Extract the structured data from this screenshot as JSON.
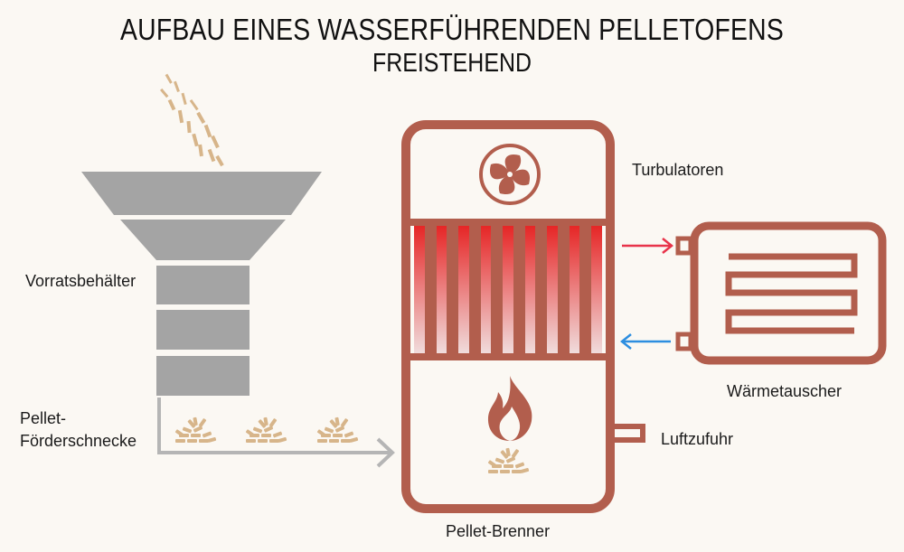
{
  "title": "AUFBAU EINES WASSERFÜHRENDEN PELLETOFENS",
  "subtitle": "FREISTEHEND",
  "labels": {
    "storage": "Vorratsbehälter",
    "conveyor_line1": "Pellet-",
    "conveyor_line2": "Förderschnecke",
    "turbulators": "Turbulatoren",
    "heat_exchanger": "Wärmetauscher",
    "air_supply": "Luftzufuhr",
    "burner": "Pellet-Brenner"
  },
  "icons": [
    "pellets-icon",
    "fan-icon",
    "flame-icon",
    "arrow-right-icon",
    "arrow-left-icon"
  ],
  "colors": {
    "stove": "#b25e4d",
    "hopper": "#a4a4a4",
    "pellet": "#d7b58a",
    "hot": "#e62626",
    "supply_arrow": "#e8334a",
    "return_arrow": "#2d8ee0",
    "conveyor": "#b5b5b5"
  }
}
